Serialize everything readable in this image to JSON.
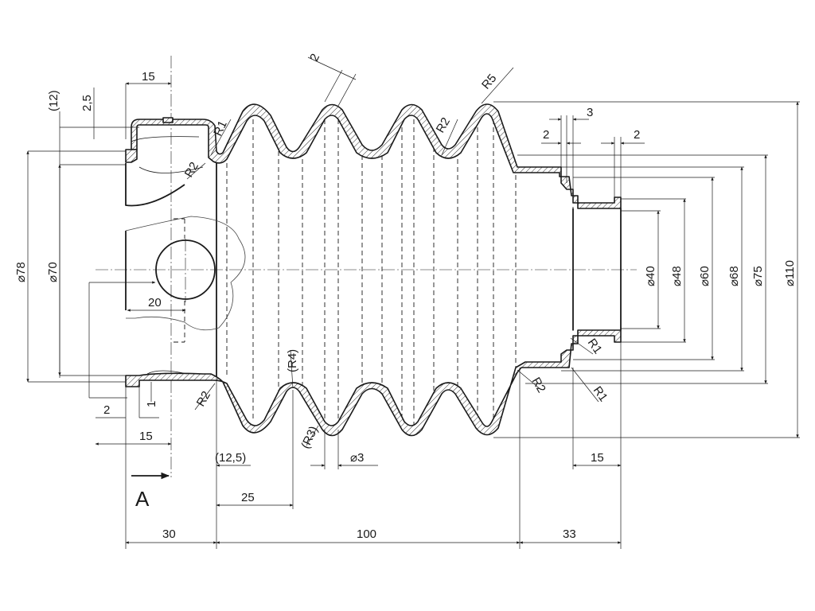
{
  "dimensions": {
    "d_15_top": "15",
    "d_12": "(12)",
    "d_2_5": "2,5",
    "d_2_pitch": "2",
    "d_R5": "R5",
    "d_R1_top": "R1",
    "d_R2_top_left": "R2",
    "d_R2_top_right": "R2",
    "d_3": "3",
    "d_2_right_a": "2",
    "d_2_right_b": "2",
    "d_dia78": "⌀78",
    "d_dia70": "⌀70",
    "d_20": "20",
    "d_dia40": "⌀40",
    "d_dia48": "⌀48",
    "d_dia60": "⌀60",
    "d_dia68": "⌀68",
    "d_dia75": "⌀75",
    "d_dia110": "⌀110",
    "d_R1_right_a": "R1",
    "d_R1_right_b": "R1",
    "d_R2_right_bottom": "R2",
    "d_R4": "(R4)",
    "d_R3": "(R3)",
    "d_R2_bottom_left": "R2",
    "d_2_bottom": "2",
    "d_1_bottom": "1",
    "d_15_bottom": "15",
    "d_12_5": "(12,5)",
    "d_dia3": "⌀3",
    "d_15_right": "15",
    "d_25": "25",
    "d_30": "30",
    "d_100": "100",
    "d_33": "33"
  },
  "view_label": "A",
  "colors": {
    "line": "#1a1a1a",
    "background": "#ffffff"
  }
}
